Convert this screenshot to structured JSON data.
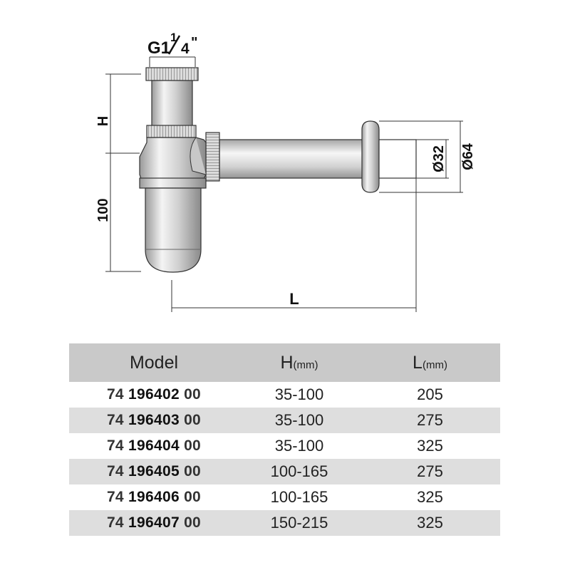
{
  "drawing": {
    "thread_label_main": "G1",
    "thread_label_num": "1",
    "thread_label_den": "4",
    "thread_label_suffix": "\"",
    "dim_h": "H",
    "dim_100": "100",
    "dim_l": "L",
    "dim_d32": "Ø32",
    "dim_d64": "Ø64"
  },
  "table": {
    "header": {
      "model": "Model",
      "h": "H",
      "h_unit": "(mm)",
      "l": "L",
      "l_unit": "(mm)"
    },
    "rows": [
      {
        "prefix": "74",
        "code": "196402",
        "suffix": "00",
        "h": "35-100",
        "l": "205"
      },
      {
        "prefix": "74",
        "code": "196403",
        "suffix": "00",
        "h": "35-100",
        "l": "275"
      },
      {
        "prefix": "74",
        "code": "196404",
        "suffix": "00",
        "h": "35-100",
        "l": "325"
      },
      {
        "prefix": "74",
        "code": "196405",
        "suffix": "00",
        "h": "100-165",
        "l": "275"
      },
      {
        "prefix": "74",
        "code": "196406",
        "suffix": "00",
        "h": "100-165",
        "l": "325"
      },
      {
        "prefix": "74",
        "code": "196407",
        "suffix": "00",
        "h": "150-215",
        "l": "325"
      }
    ]
  }
}
